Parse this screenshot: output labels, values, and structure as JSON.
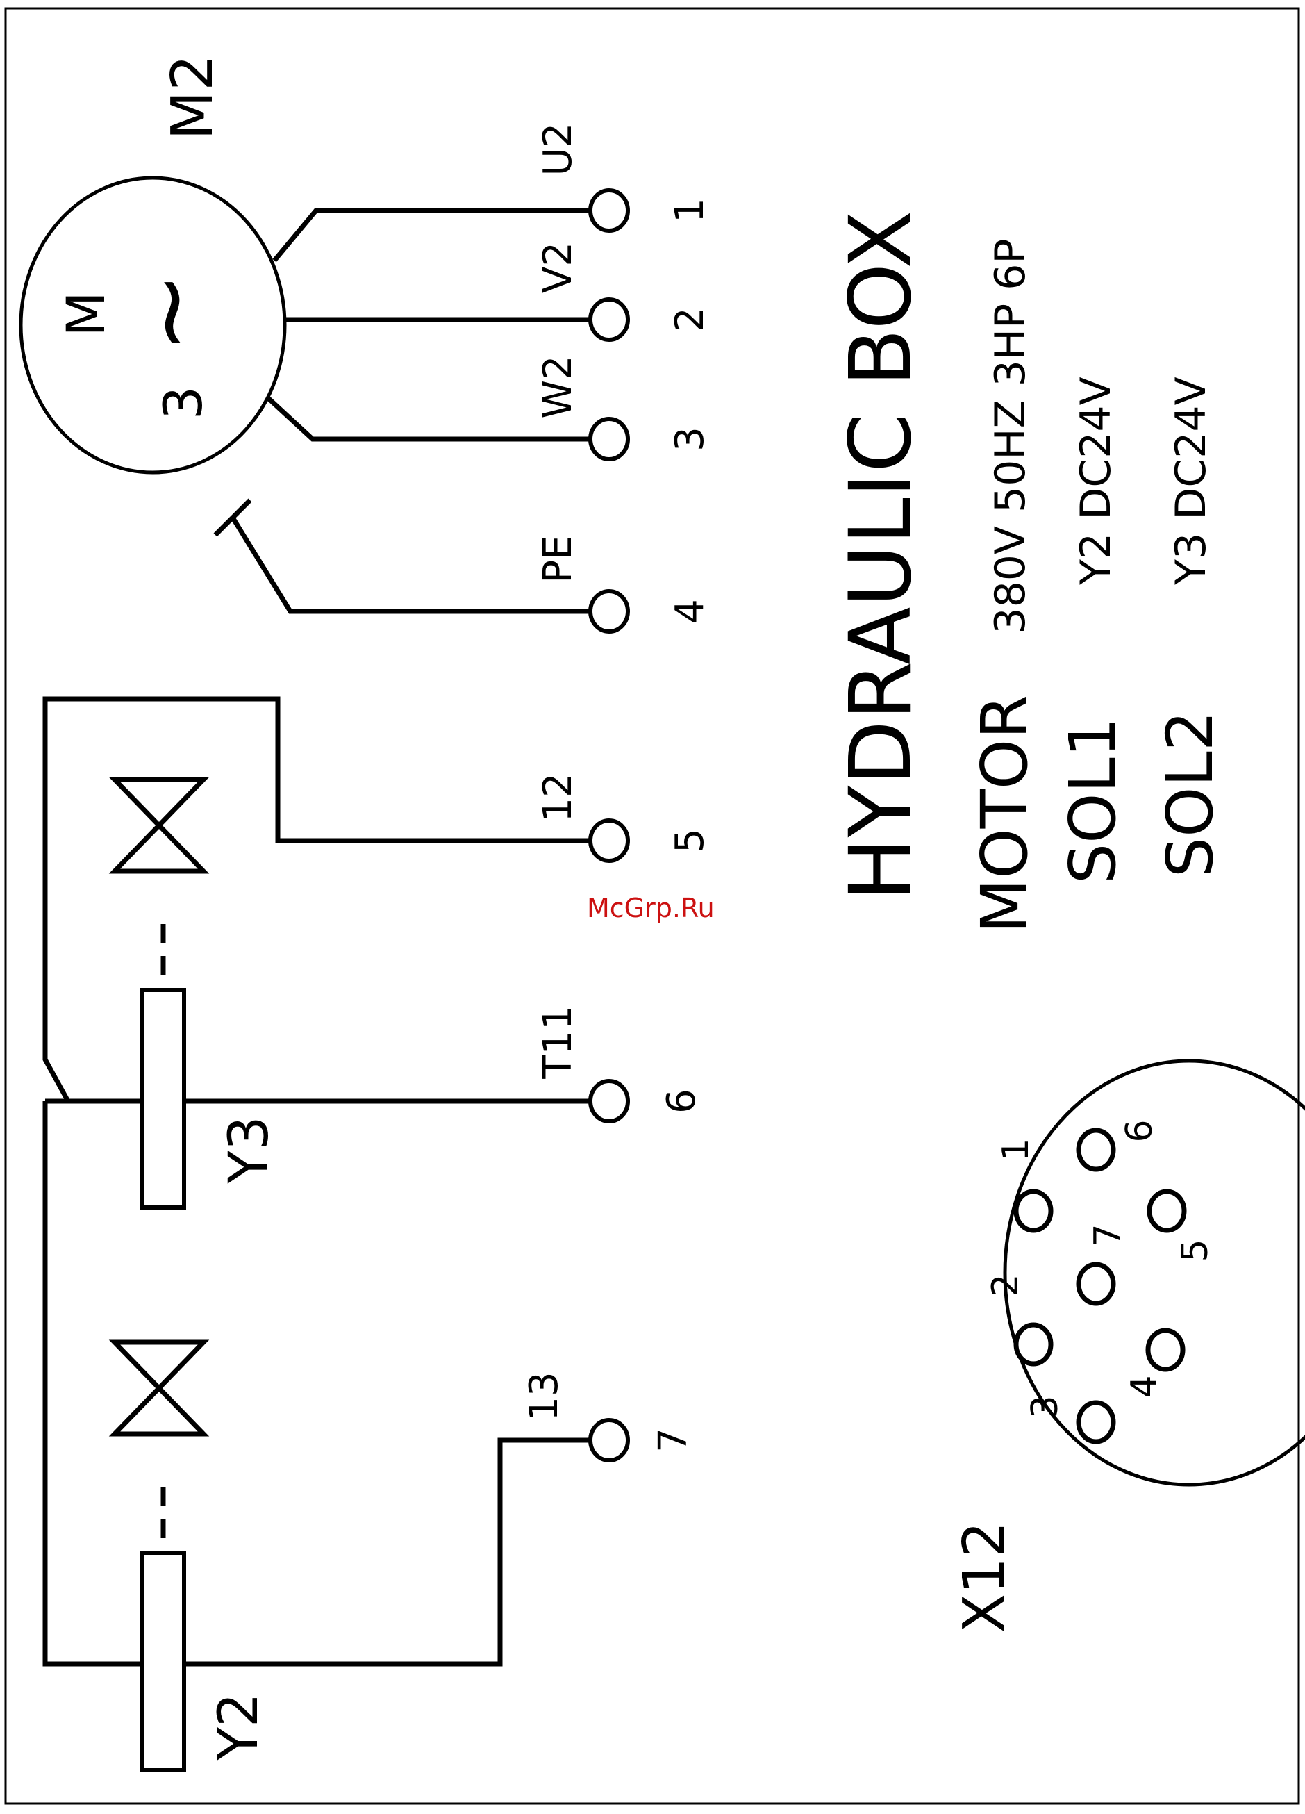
{
  "motor": {
    "ref": "M2",
    "symbol_letter": "M",
    "symbol_phase": "3",
    "symbol_ac": "~"
  },
  "terminals": [
    {
      "number": "1",
      "wire": "U2"
    },
    {
      "number": "2",
      "wire": "V2"
    },
    {
      "number": "3",
      "wire": "W2"
    },
    {
      "number": "4",
      "wire": "PE"
    },
    {
      "number": "5",
      "wire": "12"
    },
    {
      "number": "6",
      "wire": "T11"
    },
    {
      "number": "7",
      "wire": "13"
    }
  ],
  "solenoids": [
    {
      "ref": "Y3"
    },
    {
      "ref": "Y2"
    }
  ],
  "title": "HYDRAULIC BOX",
  "specs": [
    {
      "label": "MOTOR",
      "value": "380V 50HZ 3HP 6P"
    },
    {
      "label": "SOL1",
      "value": "Y2 DC24V"
    },
    {
      "label": "SOL2",
      "value": "Y3 DC24V"
    }
  ],
  "connector": {
    "ref": "X12",
    "pins": [
      "1",
      "2",
      "3",
      "4",
      "5",
      "6",
      "7"
    ]
  },
  "watermark": "McGrp.Ru"
}
